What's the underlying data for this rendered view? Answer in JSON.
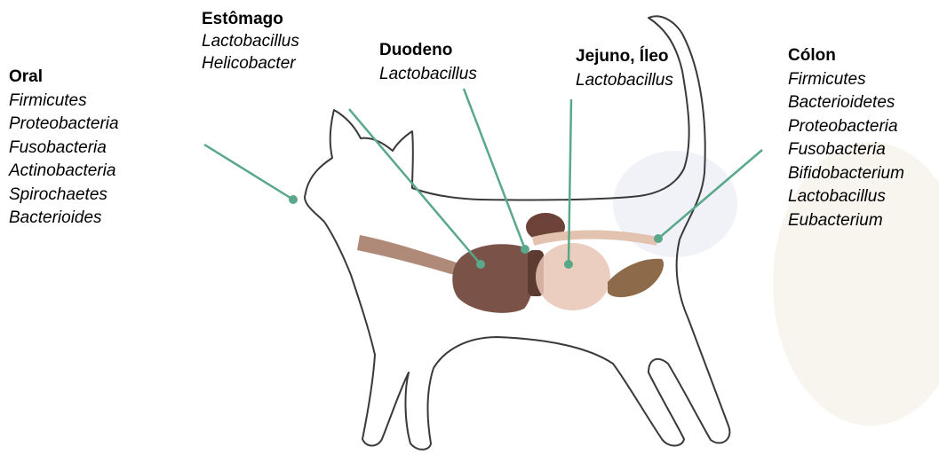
{
  "regions": {
    "oral": {
      "title": "Oral",
      "bacteria": [
        "Firmicutes",
        "Proteobacteria",
        "Fusobacteria",
        "Actinobacteria",
        "Spirochaetes",
        "Bacterioides"
      ]
    },
    "estomago": {
      "title": "Estômago",
      "bacteria": [
        "Lactobacillus",
        "Helicobacter"
      ]
    },
    "duodeno": {
      "title": "Duodeno",
      "bacteria": [
        "Lactobacillus"
      ]
    },
    "jejuno_ileo": {
      "title": "Jejuno, Íleo",
      "bacteria": [
        "Lactobacillus"
      ]
    },
    "colon": {
      "title": "Cólon",
      "bacteria": [
        "Firmicutes",
        "Bacterioidetes",
        "Proteobacteria",
        "Fusobacteria",
        "Bifidobacterium",
        "Lactobacillus",
        "Eubacterium"
      ]
    }
  },
  "colors": {
    "leader_line": "#5aa88a",
    "outline": "#3a3a3a",
    "stomach": "#7a5248",
    "liver": "#6d4238",
    "intestine": "#e8c6b4",
    "colon": "#8c6a4a",
    "esophagus": "#b08a78"
  }
}
